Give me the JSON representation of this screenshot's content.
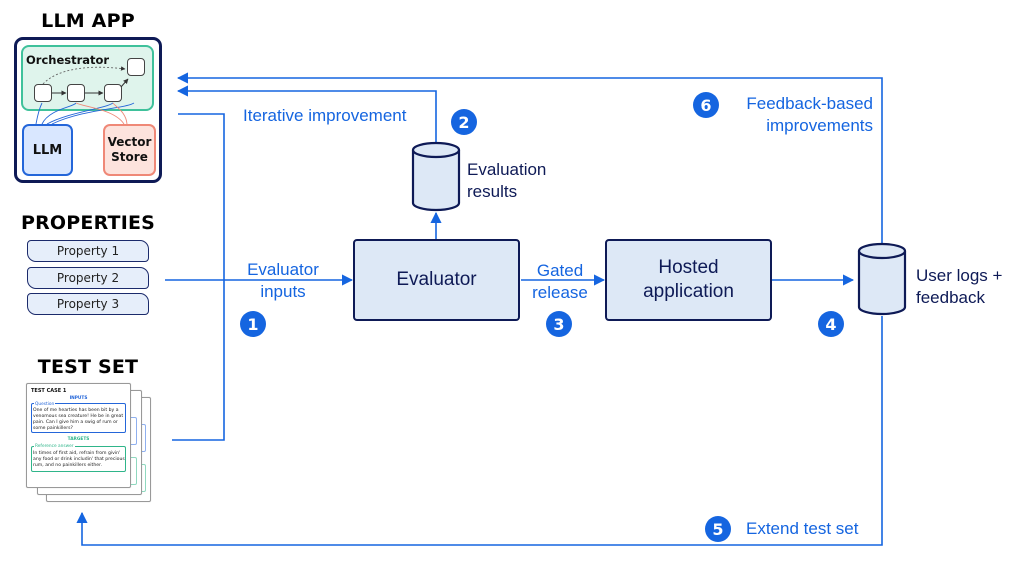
{
  "llm_app": {
    "title": "LLM APP",
    "orchestrator_label": "Orchestrator",
    "llm_label": "LLM",
    "vector_store_label": "Vector\nStore"
  },
  "properties": {
    "title": "PROPERTIES",
    "items": [
      "Property 1",
      "Property 2",
      "Property 3"
    ]
  },
  "test_set": {
    "title": "TEST SET",
    "card": {
      "title": "TEST CASE 1",
      "inputs_label": "INPUTS",
      "question_label": "Question",
      "question_text": "One of me hearties has been bit by a venomous sea creature! He be in great pain. Can I give him a swig of rum or some painkillers?",
      "targets_label": "TARGETS",
      "reference_label": "Reference answer",
      "reference_text": "In times of first aid, refrain from givin' any food or drink includin' that precious rum, and no painkillers either.",
      "back_text": "rum, and no painkillers either."
    }
  },
  "boxes": {
    "evaluator": "Evaluator",
    "hosted_application": "Hosted\napplication"
  },
  "stores": {
    "evaluation_results": "Evaluation\nresults",
    "user_logs": "User logs +\nfeedback"
  },
  "flow_labels": {
    "evaluator_inputs": "Evaluator\ninputs",
    "iterative_improvement": "Iterative improvement",
    "gated_release": "Gated\nrelease",
    "feedback_improvements": "Feedback-based\nimprovements",
    "extend_test_set": "Extend test set"
  },
  "steps": {
    "one": "1",
    "two": "2",
    "three": "3",
    "four": "4",
    "five": "5",
    "six": "6"
  },
  "colors": {
    "navy": "#0e1a56",
    "blue": "#1565e0",
    "box_fill": "#dde8f6",
    "orchestrator_green": "#3fc19b",
    "llm_blue": "#2466d9",
    "vector_red": "#ef8877"
  }
}
